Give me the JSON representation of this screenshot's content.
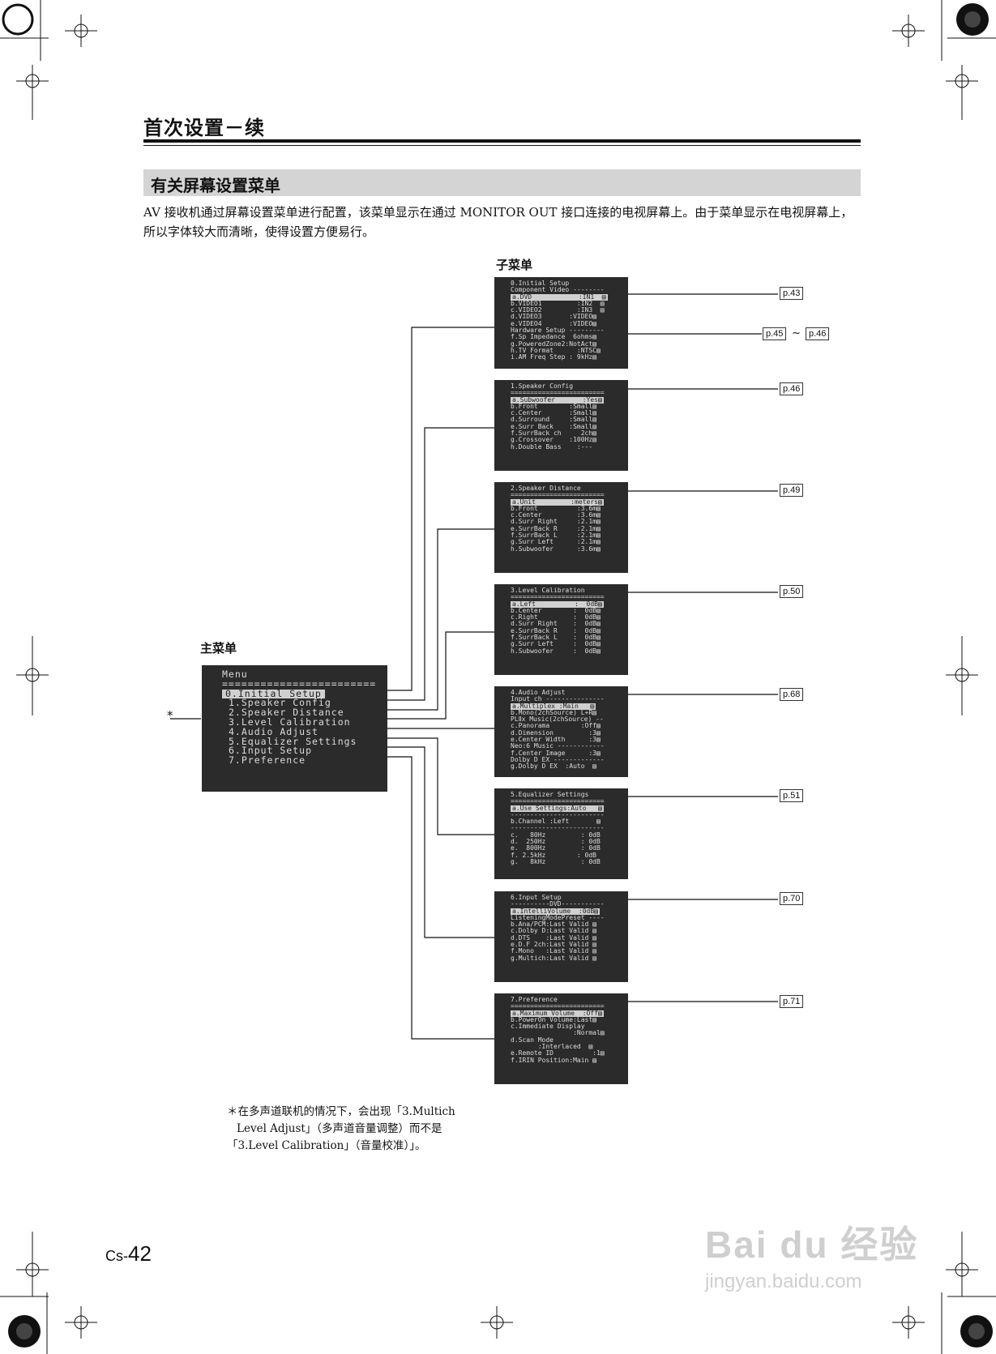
{
  "header": {
    "title": "首次设置－续"
  },
  "section": {
    "title": "有关屏幕设置菜单",
    "intro": "AV 接收机通过屏幕设置菜单进行配置，该菜单显示在通过 MONITOR OUT 接口连接的电视屏幕上。由于菜单显示在电视屏幕上，所以字体较大而清晰，使得设置方便易行。"
  },
  "labels": {
    "submenu": "子菜单",
    "mainmenu": "主菜单",
    "asterisk": "*"
  },
  "main_menu": {
    "title": "Menu",
    "separator": "========================",
    "items": [
      "0.Initial Setup",
      "1.Speaker Config",
      "2.Speaker Distance",
      "3.Level Calibration",
      "4.Audio Adjust",
      "5.Equalizer Settings",
      "6.Input Setup",
      "7.Preference"
    ]
  },
  "submenus": [
    {
      "lines": [
        "0.Initial Setup",
        "Component Video --------",
        "a.DVD            :IN1  ▤",
        "b.VIDEO1         :IN2  ▤",
        "c.VIDEO2         :IN3  ▤",
        "d.VIDEO3       :VIDEO▤",
        "e.VIDEO4       :VIDEO▤",
        "Hardware Setup ---------",
        "f.Sp Impedance  6ohms▤",
        "g.PoweredZone2:NotAct▤",
        "h.TV Format      :NTSC▤",
        "i.AM Freq Step : 9kHz▤"
      ]
    },
    {
      "lines": [
        "1.Speaker Config",
        "========================",
        "a.Subwoofer       :Yes▤",
        "b.Front        :Small▤",
        "c.Center       :Small▤",
        "d.Surround     :Small▤",
        "e.Surr Back    :Small▤",
        "f.SurrBack ch     2ch▤",
        "g.Crossover    :100Hz▤",
        "h.Double Bass    :---"
      ]
    },
    {
      "lines": [
        "2.Speaker Distance",
        "========================",
        "a.Unit         :meters▤",
        "b.Front          :3.6m▤",
        "c.Center         :3.6m▤",
        "d.Surr Right     :2.1m▤",
        "e.SurrBack R     :2.1m▤",
        "f.SurrBack L     :2.1m▤",
        "g.Surr Left      :2.1m▤",
        "h.Subwoofer      :3.6m▤"
      ]
    },
    {
      "lines": [
        "3.Level Calibration",
        "========================",
        "a.Left          :  0dB▤",
        "b.Center        :  0dB▤",
        "c.Right         :  0dB▤",
        "d.Surr Right    :  0dB▤",
        "e.SurrBack R    :  0dB▤",
        "f.SurrBack L    :  0dB▤",
        "g.Surr Left     :  0dB▤",
        "h.Subwoofer     :  0dB▤"
      ]
    },
    {
      "lines": [
        "4.Audio Adjust",
        "Input ch ---------------",
        "a.Multiplex :Main   ▤",
        "b.Mono(2chSource) L+R▤",
        "PLⅡx Music(2chSource) --",
        "c.Panorama        :Off▤",
        "d.Dimension         :3▤",
        "e.Center Width      :3▤",
        "Neo:6 Music ------------",
        "f.Center Image      :3▤",
        "Dolby D EX -------------",
        "g.Dolby D EX  :Auto  ▤"
      ]
    },
    {
      "lines": [
        "5.Equalizer Settings",
        "========================",
        "a.Use Settings:Auto   ▤",
        "------------------------",
        "b.Channel :Left       ▤",
        "------------------------",
        "c.   80Hz         : 0dB",
        "d.  250Hz         : 0dB",
        "e.  800Hz         : 0dB",
        "f. 2.5kHz        : 0dB",
        "g.   8kHz         : 0dB"
      ]
    },
    {
      "lines": [
        "6.Input Setup",
        "----------DVD-----------",
        "a.IntelliVolume  :0dB▤",
        "ListeningModePreset ----",
        "b.Ana/PCM:Last Valid ▤",
        "c.Dolby D:Last Valid ▤",
        "d.DTS    :Last Valid ▤",
        "e.D.F 2ch:Last Valid ▤",
        "f.Mono   :Last Valid ▤",
        "g.Multich:Last Valid ▤"
      ]
    },
    {
      "lines": [
        "7.Preference",
        "========================",
        "a.Maximum Volume  :Off▤",
        "b.PowerOn Volume:Last▤",
        "c.Immediate Display",
        "                :Normal▤",
        "d.Scan Mode",
        "       :Interlaced  ▤",
        "e.Remote ID          :1▤",
        "f.IRIN Position:Main ▤"
      ]
    }
  ],
  "page_refs": [
    "p.43",
    "p.45",
    "~",
    "p.46",
    "p.46",
    "p.49",
    "p.50",
    "p.68",
    "p.51",
    "p.70",
    "p.71"
  ],
  "footnote": [
    "＊在多声道联机的情况下，会出现「3.Multich",
    "Level Adjust」（多声道音量调整）而不是",
    "「3.Level Calibration」（音量校准）」。"
  ],
  "page_number": {
    "prefix": "Cs-",
    "number": "42"
  },
  "watermark": {
    "brand": "Bai du 经验",
    "url": "jingyan.baidu.com"
  }
}
